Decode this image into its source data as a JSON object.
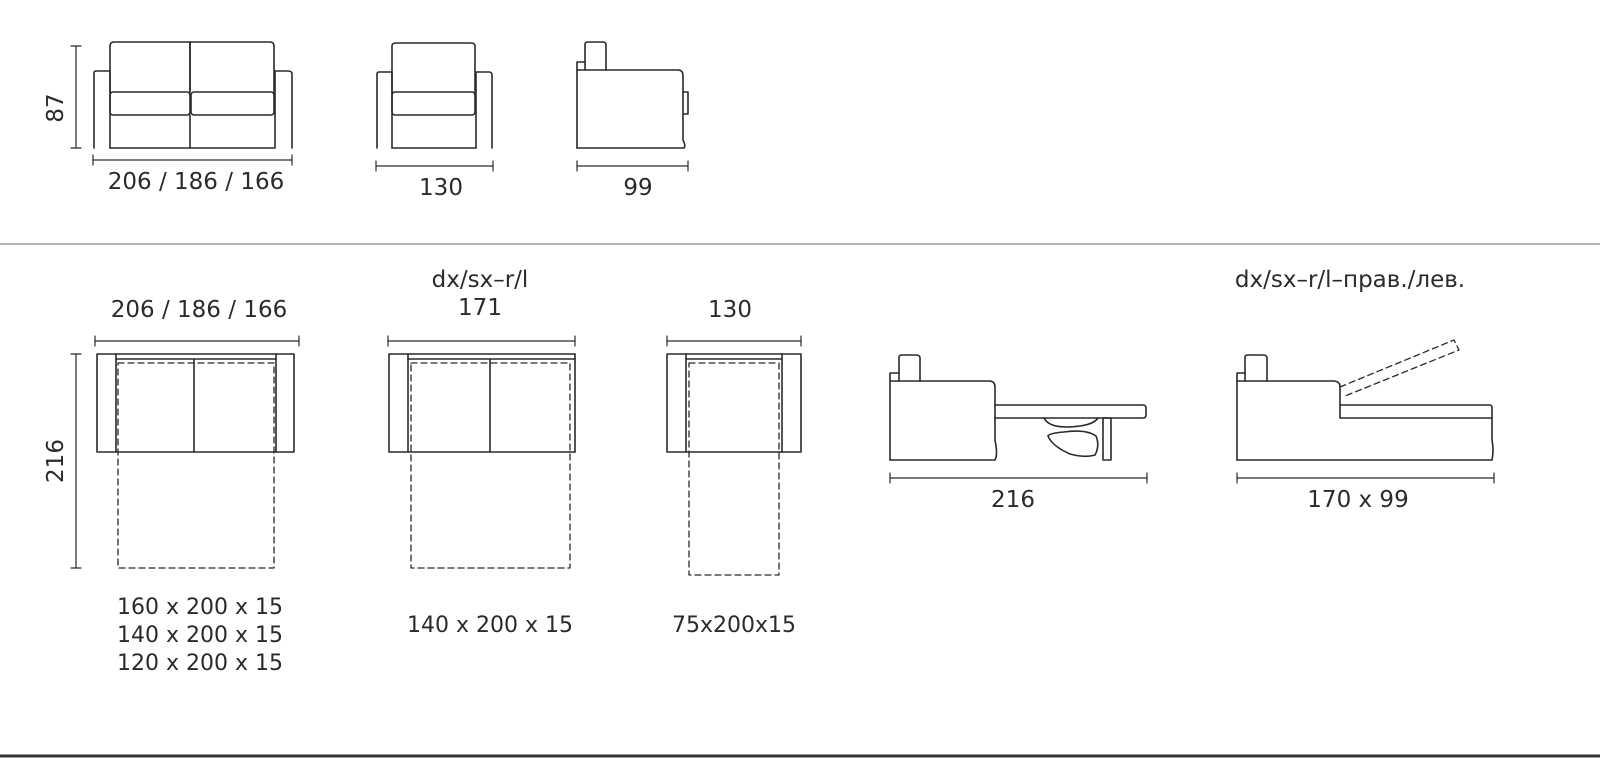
{
  "top_row": {
    "height_label": "87",
    "sofa_width": "206 / 186 / 166",
    "armchair_width": "130",
    "side_depth": "99"
  },
  "bottom_row": {
    "sofa_width": "206 / 186 / 166",
    "sofa_bed_height": "216",
    "sofa_mattress_sizes": [
      "160 x 200 x 15",
      "140 x 200 x 15",
      "120 x 200 x 15"
    ],
    "corner_heading": "dx/sx–r/l",
    "corner_width": "171",
    "corner_mattress": "140 x 200 x 15",
    "single_width": "130",
    "single_mattress": "75x200x15",
    "open_side_length": "216",
    "chaise_heading": "dx/sx–r/l–прав./лев.",
    "chaise_size": "170 x 99"
  },
  "colors": {
    "line": "#2a2a2a",
    "divider": "#8a8a8a",
    "bottom_rule": "#333333"
  }
}
